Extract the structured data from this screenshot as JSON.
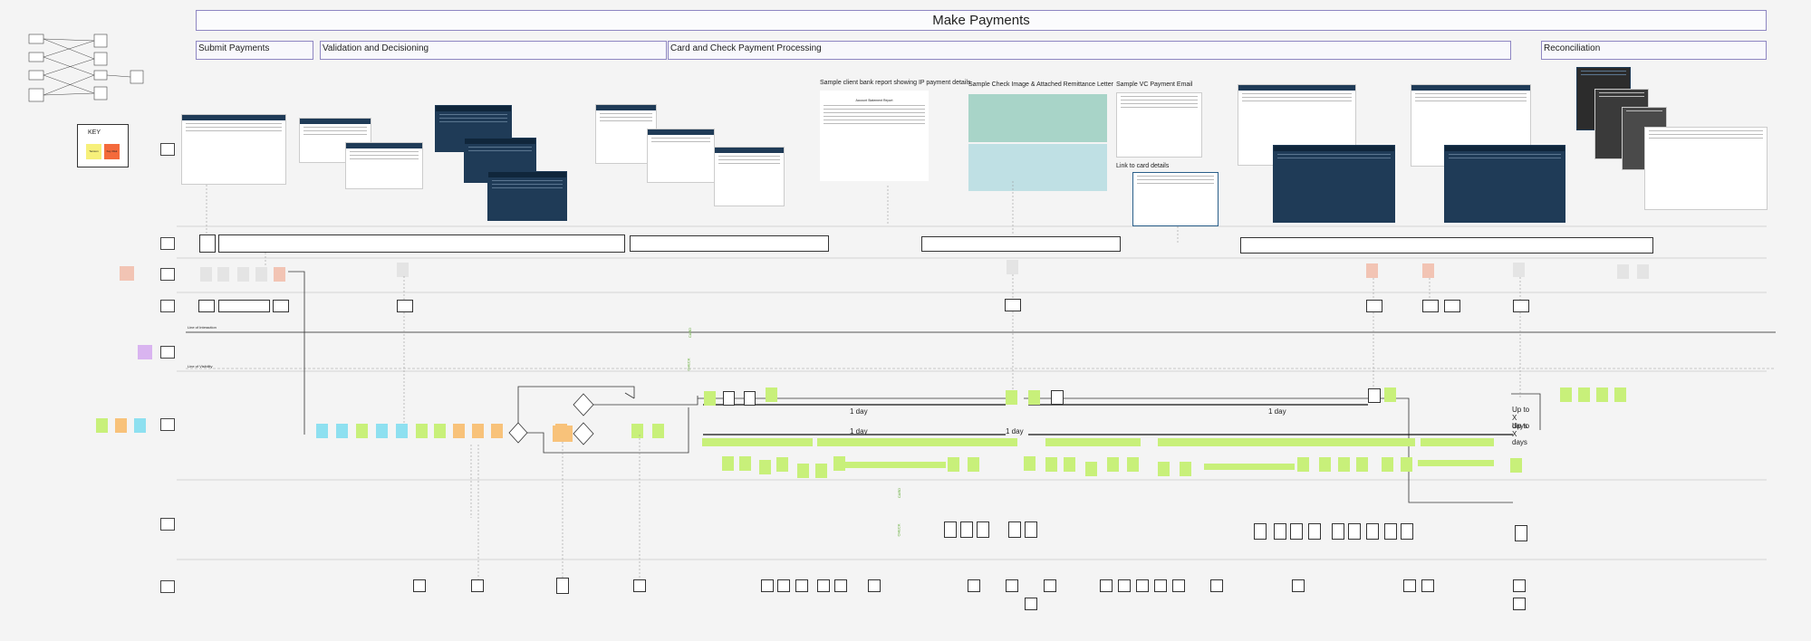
{
  "board_title": "Make Payments",
  "phases": {
    "submit": "Submit Payments",
    "validation": "Validation and Decisioning",
    "processing": "Card and Check Payment Processing",
    "reconciliation": "Reconciliation"
  },
  "key": {
    "title": "KEY",
    "item_yellow": "Tension",
    "item_red": "Key Risk"
  },
  "artifacts": {
    "bank_report": "Sample client bank report showing IP payment details",
    "check_image": "Sample Check Image & Attached Remittance Letter",
    "vc_email": "Sample VC Payment Email",
    "card_link": "Link to card details",
    "report_title": "Account Statement Report"
  },
  "lines": {
    "interaction": "Line of Interaction",
    "visibility": "Line of Visibility"
  },
  "durations": {
    "d1": "1 day",
    "d2": "1 day",
    "d3": "1 day",
    "d4": "1 day",
    "x1": "Up to X days",
    "x2": "Up to X days"
  },
  "vertical_labels": {
    "card": "CARD",
    "check": "CHECK"
  },
  "colors": {
    "green": "#c8f07a",
    "blue": "#8ee0f0",
    "orange": "#f8c27a",
    "red": "#f2a288",
    "yellow": "#f7f07a",
    "purple": "#d9b4f0",
    "phase_border": "#8e86c2",
    "navy": "#1f3b57",
    "check_teal": "#a8d4c8"
  }
}
